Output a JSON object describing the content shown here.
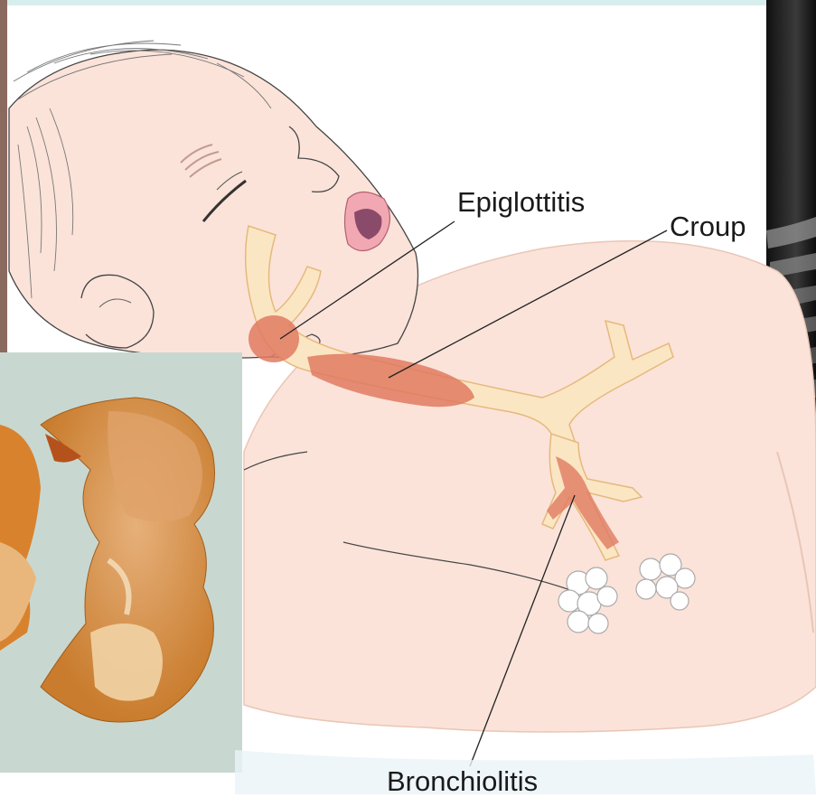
{
  "labels": {
    "epiglottitis": "Epiglottitis",
    "croup": "Croup",
    "bronchiolitis": "Bronchiolitis"
  },
  "colors": {
    "skin": "#fbe3d9",
    "skin_shade": "#f7cfc0",
    "airway": "#fbe6c4",
    "airway_outline": "#e5b97c",
    "inflamed": "#e07a60",
    "inflamed_light": "#ec9c82",
    "specimen_orange": "#d9822e",
    "specimen_bg": "#cfdfd8",
    "xray_dark": "#1b1b1b",
    "top_band": "#d8eeee",
    "leader_line": "#222222"
  }
}
